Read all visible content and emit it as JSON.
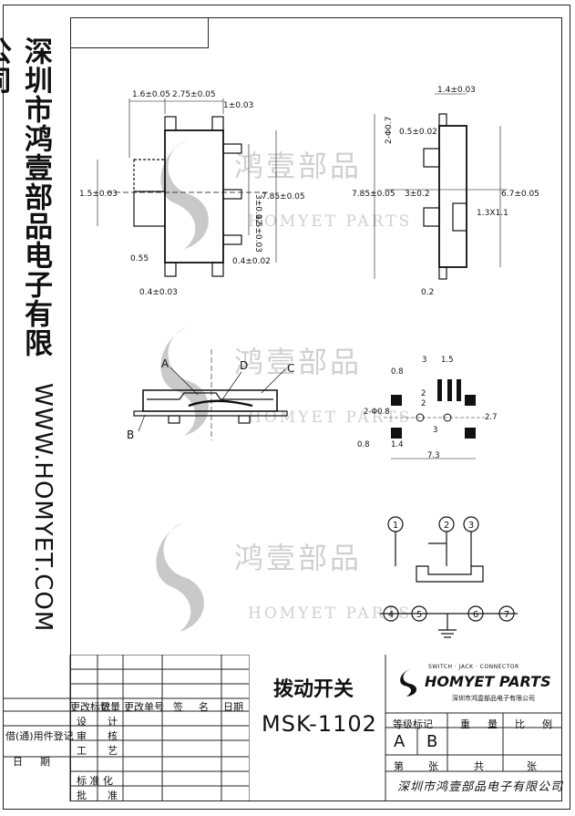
{
  "company_name": "深圳市鸿壹部品电子有限公司",
  "website": "WWW.HOMYET.COM",
  "watermark": {
    "cn": "鸿壹部品",
    "en": "HOMYET PARTS"
  },
  "drawing": {
    "front_view": {
      "dims": [
        "1.6±0.05",
        "2.75±0.05",
        "1±0.03",
        "3±0.02",
        "7.85±0.05",
        "1.5±0.03",
        "1.5±0.03",
        "0.55",
        "0.4±0.02",
        "0.4±0.03"
      ]
    },
    "side_view": {
      "dims": [
        "1.4±0.03",
        "2-Φ0.7",
        "0.5±0.02",
        "7.85±0.05",
        "3±0.2",
        "6.7±0.05",
        "1.3X1.1",
        "0.2"
      ]
    },
    "section_labels": [
      "A",
      "B",
      "C",
      "D"
    ],
    "footprint": {
      "dims": [
        "0.8",
        "3",
        "1.5",
        "2",
        "2",
        "2-Φ0.8",
        "3",
        "2.7",
        "0.8",
        "1.4",
        "7.3"
      ]
    },
    "schematic_pins": [
      "1",
      "2",
      "3",
      "4",
      "5",
      "6",
      "7"
    ]
  },
  "title_block": {
    "revision_headers": [
      "更改标记",
      "数量",
      "更改单号",
      "签",
      "名",
      "日期"
    ],
    "left_labels": [
      "借(通)用件登记",
      "日",
      "期"
    ],
    "sign_rows": [
      {
        "label": "设",
        "label2": "计"
      },
      {
        "label": "审",
        "label2": "核"
      },
      {
        "label": "工",
        "label2": "艺"
      },
      {
        "label": "标 准 化",
        "label2": ""
      },
      {
        "label": "批",
        "label2": "准"
      }
    ],
    "product_name": "拨动开关",
    "model": "MSK-1102",
    "logo_top": "SWITCH · JACK · CONNECTOR",
    "logo_name": "HOMYET PARTS",
    "logo_cn": "深圳市鸿壹部品电子有限公司",
    "grade_header": "等级标记",
    "grade_a": "A",
    "grade_b": "B",
    "weight_header": "重",
    "weight_header2": "量",
    "scale_header": "比",
    "scale_header2": "例",
    "sheet_no": "第",
    "sheet_no2": "张",
    "sheet_total": "共",
    "sheet_total2": "张",
    "footer_cn": "深圳市鸿壹部品电子有限公司"
  }
}
